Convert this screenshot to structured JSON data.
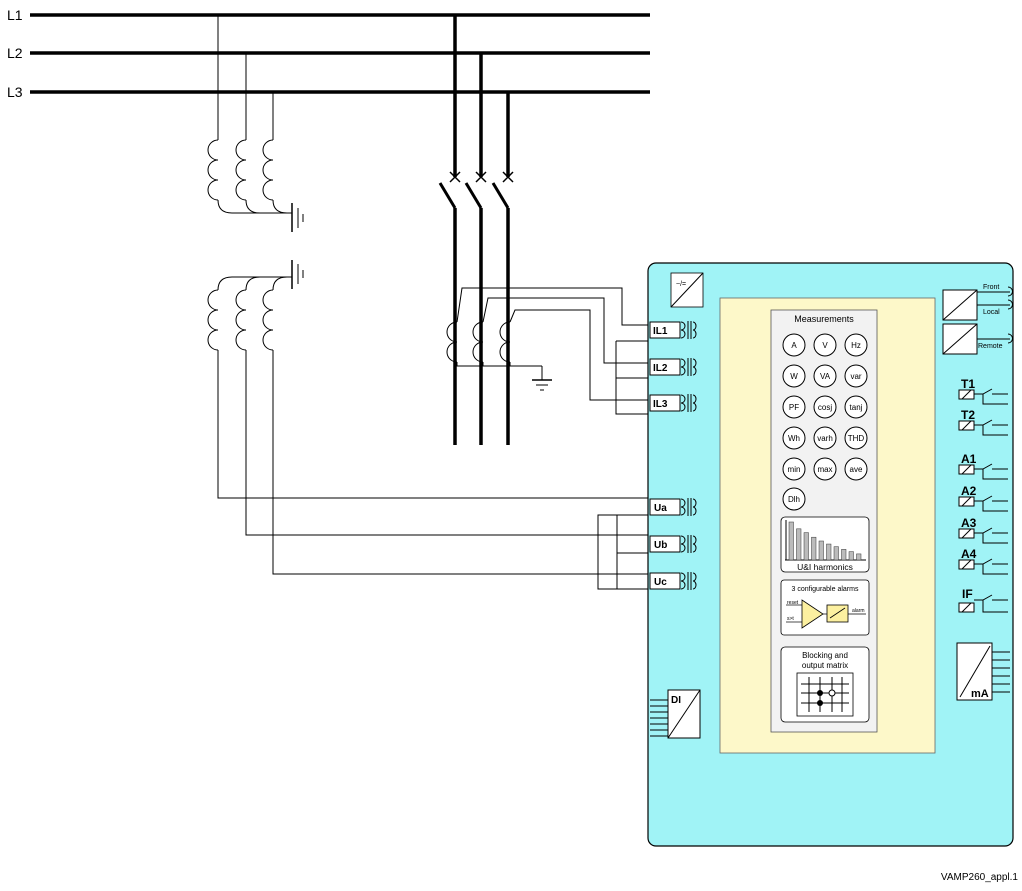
{
  "lines": {
    "l1": "L1",
    "l2": "L2",
    "l3": "L3"
  },
  "inputs": {
    "il1": "IL1",
    "il2": "IL2",
    "il3": "IL3",
    "ua": "Ua",
    "ub": "Ub",
    "uc": "Uc",
    "di": "DI"
  },
  "panel": {
    "power_supply": "~/=",
    "comm": {
      "front": "Front",
      "local": "Local",
      "remote": "Remote"
    },
    "trips": [
      "T1",
      "T2"
    ],
    "alarms": [
      "A1",
      "A2",
      "A3",
      "A4"
    ],
    "if": "IF",
    "ma": "mA"
  },
  "measurements": {
    "title": "Measurements",
    "rows": [
      [
        "A",
        "V",
        "Hz"
      ],
      [
        "W",
        "VA",
        "var"
      ],
      [
        "PF",
        "cosj",
        "tanj"
      ],
      [
        "Wh",
        "varh",
        "THD"
      ],
      [
        "min",
        "max",
        "ave"
      ],
      [
        "Dlh"
      ]
    ]
  },
  "harmonics": {
    "label": "U&I harmonics",
    "levels": [
      1.0,
      0.82,
      0.72,
      0.6,
      0.5,
      0.42,
      0.35,
      0.28,
      0.22,
      0.16
    ]
  },
  "alarms_block": {
    "title": "3 configurable alarms",
    "reset": "reset",
    "set": "s>t",
    "alarm": "alarm"
  },
  "matrix": {
    "title_line1": "Blocking and",
    "title_line2": "output matrix"
  },
  "figure_id": "VAMP260_appl.1",
  "colors": {
    "relay": "#a0f3f6",
    "inner": "#fdf8c9",
    "module": "#f2f2f2",
    "alarm_amp": "#fcf0a0"
  }
}
